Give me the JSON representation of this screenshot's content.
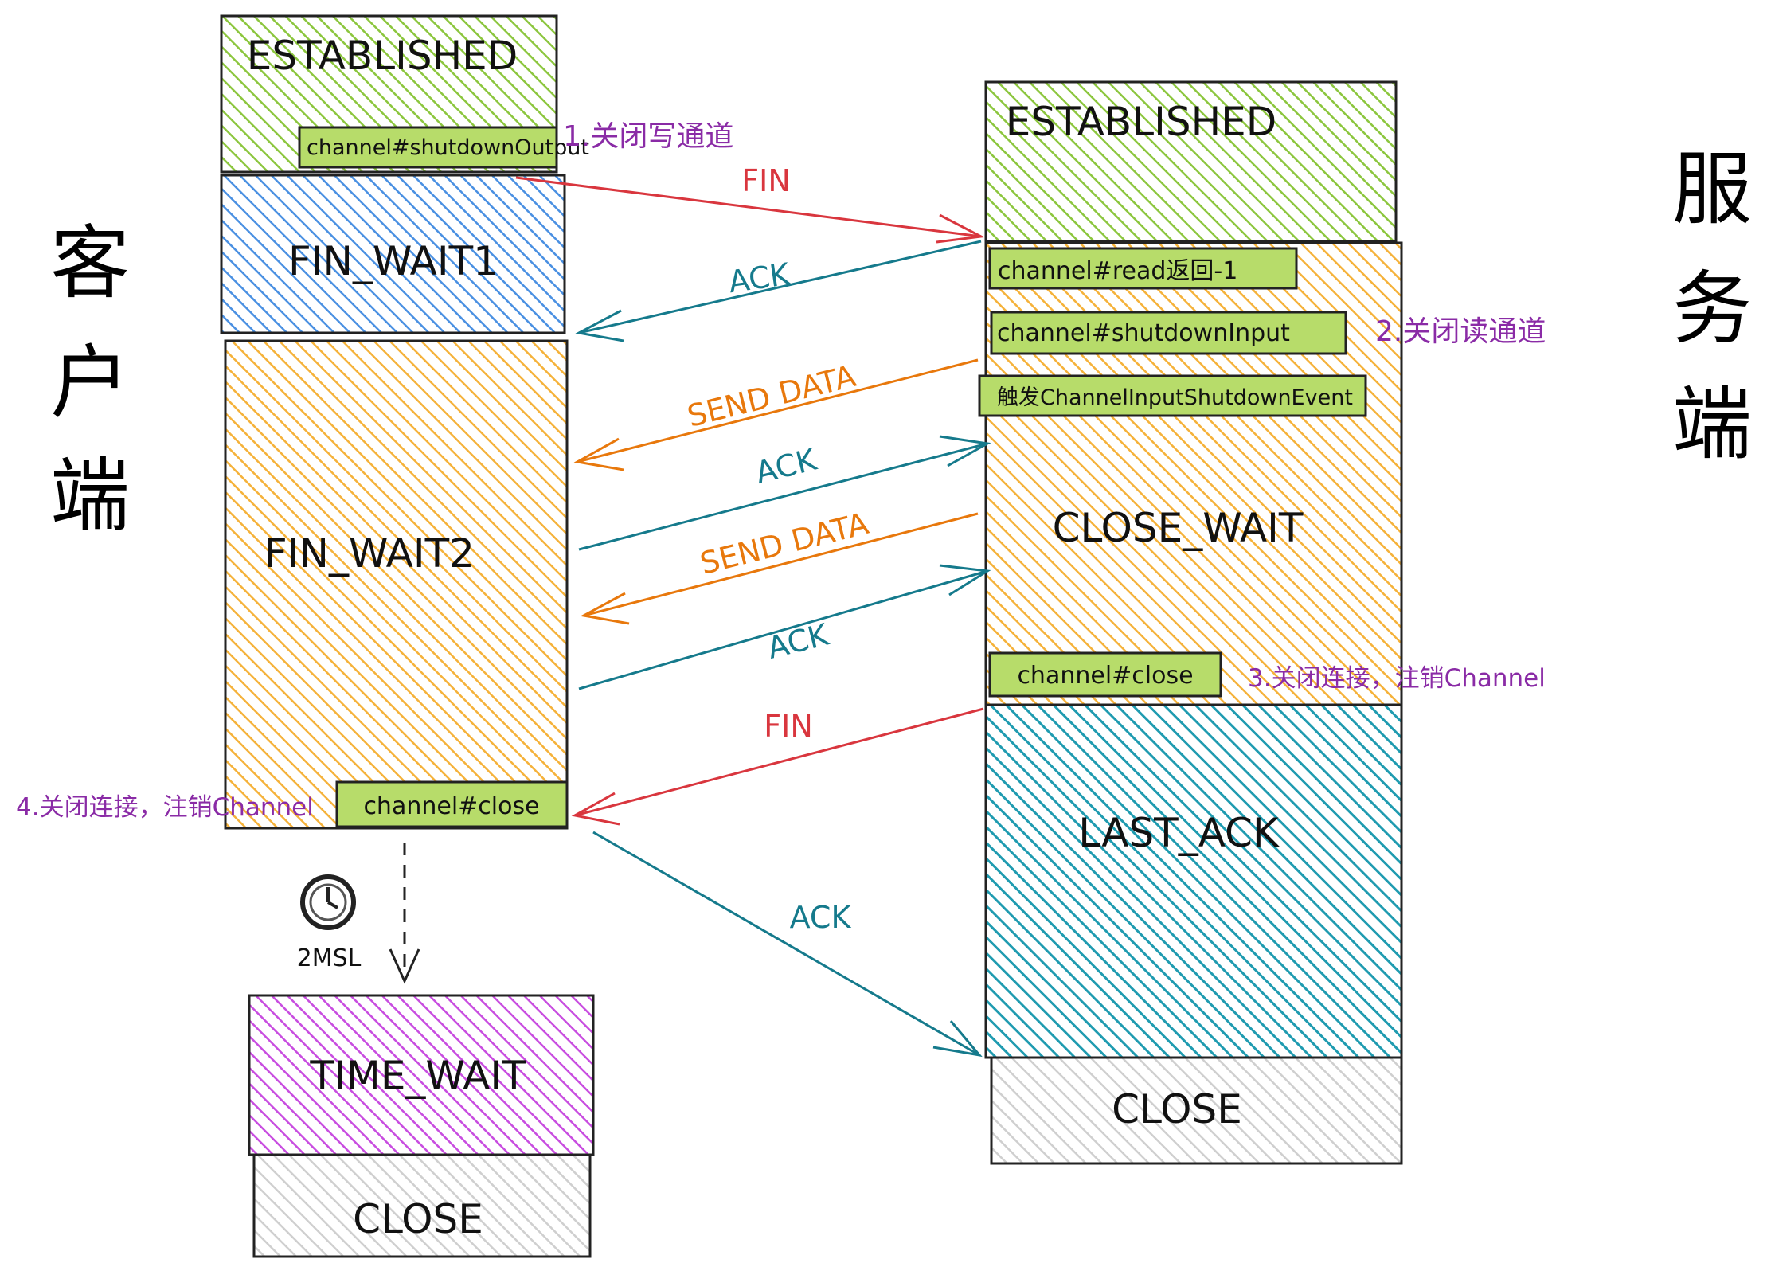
{
  "client": {
    "side_label_chars": [
      "客",
      "户",
      "端"
    ],
    "states": {
      "established": "ESTABLISHED",
      "fin_wait1": "FIN_WAIT1",
      "fin_wait2": "FIN_WAIT2",
      "time_wait": "TIME_WAIT",
      "close": "CLOSE"
    },
    "ops": {
      "shutdown_output": "channel#shutdownOutput",
      "close": "channel#close"
    },
    "notes": {
      "close_write": "1.关闭写通道",
      "close_conn": "4.关闭连接，注销Channel"
    },
    "timer_label": "2MSL"
  },
  "server": {
    "side_label_chars": [
      "服",
      "务",
      "端"
    ],
    "states": {
      "established": "ESTABLISHED",
      "close_wait": "CLOSE_WAIT",
      "last_ack": "LAST_ACK",
      "close": "CLOSE"
    },
    "ops": {
      "read_return": "channel#read返回-1",
      "shutdown_input": "channel#shutdownInput",
      "trigger_event": "触发ChannelInputShutdownEvent",
      "close": "channel#close"
    },
    "notes": {
      "close_read": "2.关闭读通道",
      "close_conn": "3.关闭连接，注销Channel"
    }
  },
  "messages": {
    "fin1": "FIN",
    "ack1": "ACK",
    "send_data1": "SEND DATA",
    "ack2": "ACK",
    "send_data2": "SEND DATA",
    "ack3": "ACK",
    "fin2": "FIN",
    "ack4": "ACK"
  },
  "colors": {
    "green": "#8cc63e",
    "blue": "#4a90e2",
    "orange": "#f5a623",
    "purple": "#bd10e0",
    "teal": "#1f9bb0",
    "gray": "#cfcfcf",
    "red_arrow": "#d9363e",
    "teal_arrow": "#157a8c",
    "orange_arrow": "#e8780c",
    "note_purple": "#8a2ba6"
  }
}
